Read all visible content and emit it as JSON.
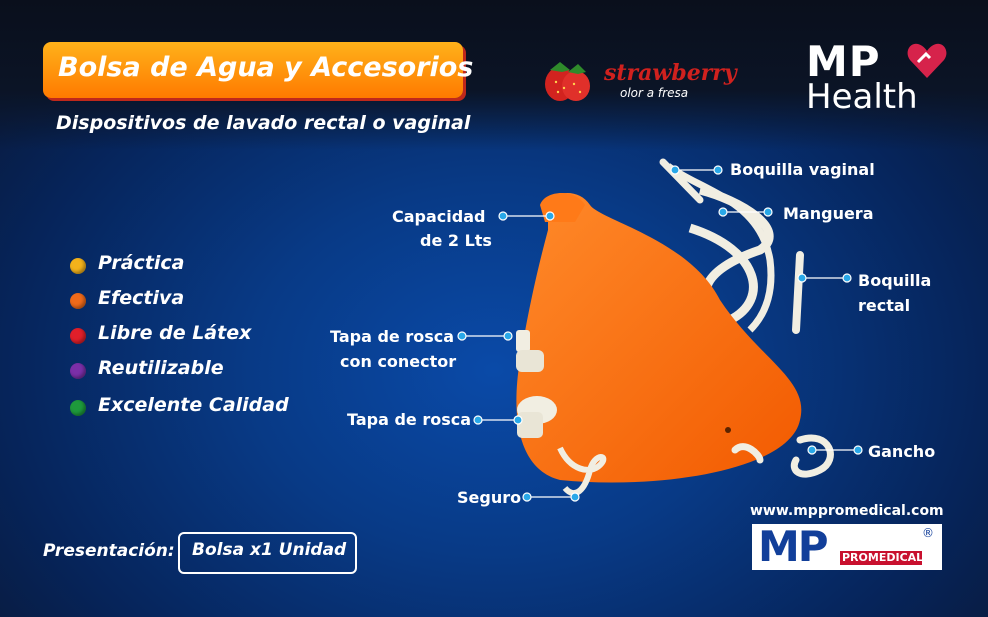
{
  "title": "Bolsa de Agua y Accesorios",
  "subtitle": "Dispositivos de lavado rectal o vaginal",
  "brand": {
    "fragrance_name": "strawberry",
    "fragrance_sub": "olor a fresa",
    "logo_line1": "MP",
    "logo_line2": "Health"
  },
  "features": [
    {
      "label": "Práctica",
      "color": "#f3b21b"
    },
    {
      "label": "Efectiva",
      "color": "#ef6a1a"
    },
    {
      "label": "Libre de Látex",
      "color": "#e01f2a"
    },
    {
      "label": "Reutilizable",
      "color": "#7b2fa8"
    },
    {
      "label": "Excelente Calidad",
      "color": "#1e9a3c"
    }
  ],
  "callouts": {
    "boquilla_vaginal": "Boquilla vaginal",
    "manguera": "Manguera",
    "capacidad_1": "Capacidad",
    "capacidad_2": "de 2 Lts",
    "boquilla_rectal_1": "Boquilla",
    "boquilla_rectal_2": "rectal",
    "tapa_conector_1": "Tapa de rosca",
    "tapa_conector_2": "con conector",
    "tapa_rosca": "Tapa de rosca",
    "gancho": "Gancho",
    "seguro": "Seguro"
  },
  "presentation": {
    "label": "Presentación:",
    "value": "Bolsa x1 Unidad"
  },
  "footer": {
    "website": "www.mppromedical.com",
    "logo_mp": "MP",
    "logo_promedical": "PROMEDICAL",
    "logo_reg": "®"
  },
  "colors": {
    "accent_orange": "#ff7a00",
    "bag_orange": "#ff6a10",
    "callout_dot": "#29a8e8"
  }
}
